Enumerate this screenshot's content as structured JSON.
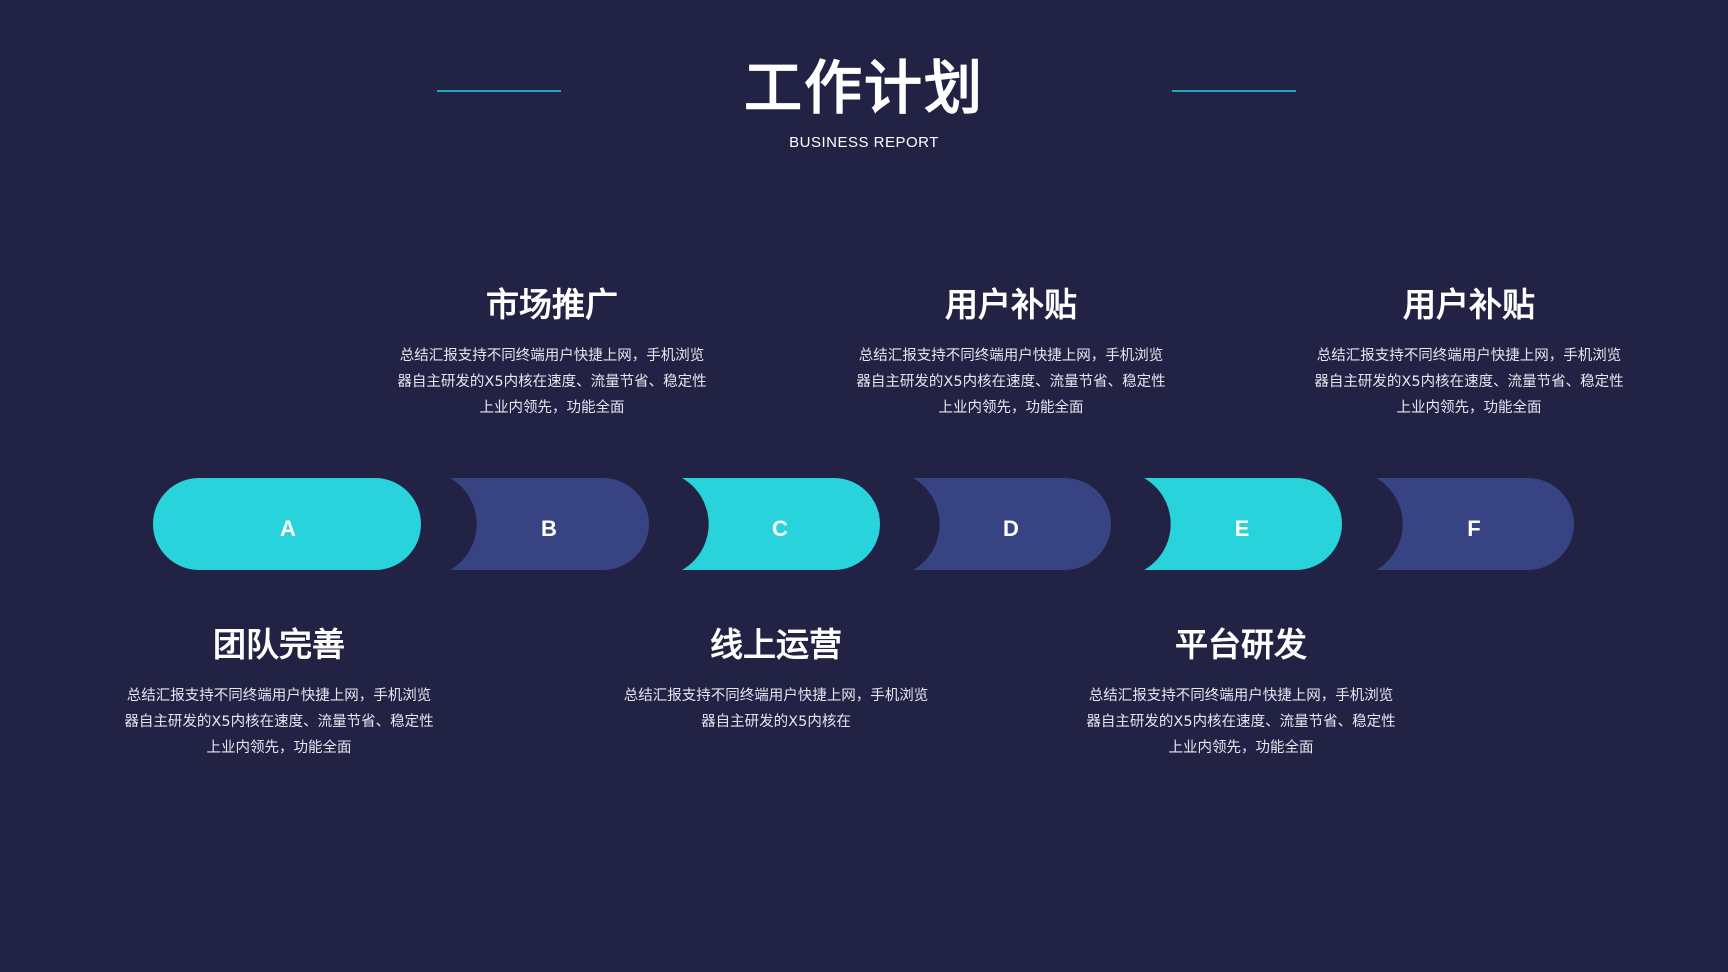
{
  "header": {
    "title": "工作计划",
    "subtitle": "BUSINESS REPORT",
    "line_color": "#1aa7c0"
  },
  "colors": {
    "background": "#222244",
    "cyan": "#29d3dc",
    "navy": "#374383",
    "text": "#ffffff"
  },
  "segments": [
    {
      "label": "A",
      "color": "cyan"
    },
    {
      "label": "B",
      "color": "navy"
    },
    {
      "label": "C",
      "color": "cyan"
    },
    {
      "label": "D",
      "color": "navy"
    },
    {
      "label": "E",
      "color": "cyan"
    },
    {
      "label": "F",
      "color": "navy"
    }
  ],
  "items_top": [
    {
      "title": "市场推广",
      "desc": "总结汇报支持不同终端用户快捷上网，手机浏览器自主研发的X5内核在速度、流量节省、稳定性上业内领先，功能全面"
    },
    {
      "title": "用户补贴",
      "desc": "总结汇报支持不同终端用户快捷上网，手机浏览器自主研发的X5内核在速度、流量节省、稳定性上业内领先，功能全面"
    },
    {
      "title": "用户补贴",
      "desc": "总结汇报支持不同终端用户快捷上网，手机浏览器自主研发的X5内核在速度、流量节省、稳定性上业内领先，功能全面"
    }
  ],
  "items_bottom": [
    {
      "title": "团队完善",
      "desc": "总结汇报支持不同终端用户快捷上网，手机浏览器自主研发的X5内核在速度、流量节省、稳定性上业内领先，功能全面"
    },
    {
      "title": "线上运营",
      "desc": "总结汇报支持不同终端用户快捷上网，手机浏览器自主研发的X5内核在"
    },
    {
      "title": "平台研发",
      "desc": "总结汇报支持不同终端用户快捷上网，手机浏览器自主研发的X5内核在速度、流量节省、稳定性上业内领先，功能全面"
    }
  ]
}
